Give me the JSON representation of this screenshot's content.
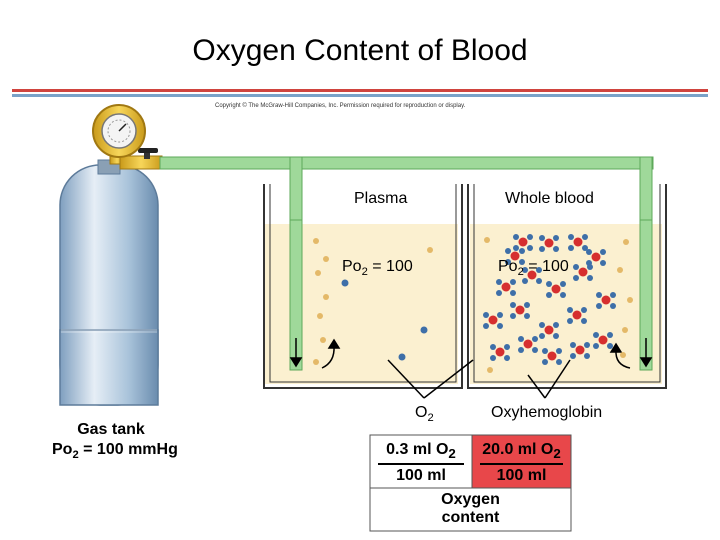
{
  "title": "Oxygen Content of Blood",
  "copyright": "Copyright © The McGraw-Hill Companies, Inc. Permission required for reproduction or display.",
  "gas_tank": {
    "label": "Gas tank",
    "po2_prefix": "Po",
    "po2_sub": "2",
    "po2_suffix": " = 100 mmHg"
  },
  "plasma": {
    "label": "Plasma",
    "po2_prefix": "Po",
    "po2_sub": "2",
    "po2_suffix": " = 100"
  },
  "whole_blood": {
    "label": "Whole blood",
    "po2_prefix": "Po",
    "po2_sub": "2",
    "po2_suffix": " = 100"
  },
  "o2_label": {
    "prefix": "O",
    "sub": "2"
  },
  "oxyhemoglobin_label": "Oxyhemoglobin",
  "plasma_content": {
    "num_prefix": "0.3 ml O",
    "num_sub": "2",
    "den": "100 ml",
    "color": "#ffffff"
  },
  "blood_content": {
    "num_prefix": "20.0 ml O",
    "num_sub": "2",
    "den": "100 ml",
    "color": "#e8474a"
  },
  "oxygen_content_label": [
    "Oxygen",
    "content"
  ],
  "colors": {
    "plasma_fluid": "#fbf0d0",
    "tube": "#9fd99a",
    "tank": "#a9c3da",
    "o2_dot": "#3e6fa8",
    "hemoglobin": "#d62f2f",
    "gauge": "#f2c230"
  }
}
